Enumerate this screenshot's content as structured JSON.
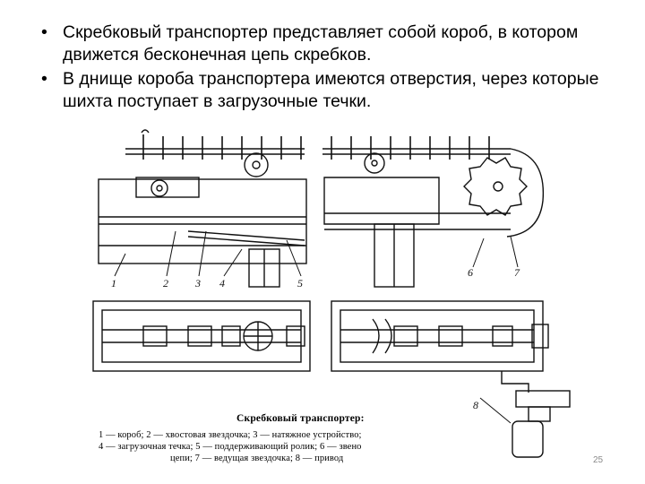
{
  "slide": {
    "bullets": [
      "Скребковый транспортер представляет собой короб, в котором движется бесконечная цепь скребков.",
      "В днище короба транспортера имеются отверстия, через которые шихта поступает в загрузочные течки."
    ],
    "bullet_symbol": "•"
  },
  "figure": {
    "part_numbers": [
      "1",
      "2",
      "3",
      "4",
      "5",
      "6",
      "7",
      "8"
    ],
    "caption_title": "Скребковый транспортер:",
    "caption_lines": [
      "1 — короб; 2 — хвостовая звездочка; 3 — натяжное устройство;",
      "4 — загрузочная течка; 5 — поддерживающий ролик; 6 — звено",
      "цепи; 7 — ведущая звездочка; 8 — привод"
    ]
  },
  "page_number": "25"
}
